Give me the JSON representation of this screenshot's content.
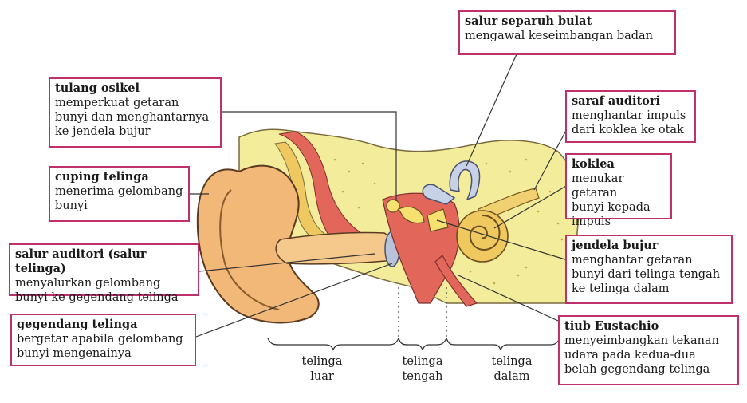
{
  "labels": {
    "salur_separuh_bulat": {
      "title": "salur separuh bulat",
      "desc": "mengawal keseimbangan badan"
    },
    "tulang_osikel": {
      "title": "tulang osikel",
      "desc": "memperkuat getaran\nbunyi dan menghantarnya\nke jendela bujur"
    },
    "saraf_auditori": {
      "title": "saraf auditori",
      "desc": "menghantar impuls\ndari koklea ke otak"
    },
    "koklea": {
      "title": "koklea",
      "desc": "menukar getaran\nbunyi kepada\nimpuls"
    },
    "cuping_telinga": {
      "title": "cuping telinga",
      "desc": "menerima gelombang\nbunyi"
    },
    "salur_auditori": {
      "title": "salur auditori (salur telinga)",
      "desc": "menyalurkan gelombang\nbunyi ke gegendang telinga"
    },
    "jendela_bujur": {
      "title": "jendela bujur",
      "desc": "menghantar getaran\nbunyi dari telinga tengah\nke telinga dalam"
    },
    "gegendang_telinga": {
      "title": "gegendang telinga",
      "desc": "bergetar apabila gelombang\nbunyi mengenainya"
    },
    "tiub_eustachio": {
      "title": "tiub Eustachio",
      "desc": "menyeimbangkan tekanan\nudara pada kedua-dua\nbelah gegendang telinga"
    }
  },
  "regions": {
    "luar": "telinga\nluar",
    "tengah": "telinga\ntengah",
    "dalam": "telinga\ndalam"
  },
  "colors": {
    "box_border": "#c0306a",
    "skull": "#f3ec9a",
    "pinna": "#f2b878",
    "tissue": "#e2665a",
    "bone": "#e8c24a",
    "inner_ear": "#b8c2d8",
    "cochlea": "#f0c860",
    "leader": "#333333"
  }
}
